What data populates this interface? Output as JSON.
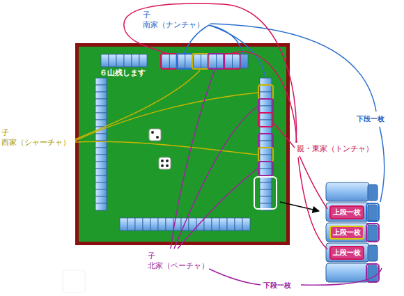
{
  "diagram": {
    "nodes": [
      {
        "text": [
          "上段一枚"
        ]
      },
      {
        "text": [
          "上段一枚"
        ]
      },
      {
        "text": [
          "上段一枚"
        ]
      }
    ],
    "labels": [
      "子",
      "南家（ナンチャ）",
      "６山残します",
      "子",
      "西家（シャーチャ）",
      "親・東家（トンチャ）",
      "下段一枚",
      "子",
      "北家（ペーチャ）",
      "下段一枚"
    ]
  }
}
